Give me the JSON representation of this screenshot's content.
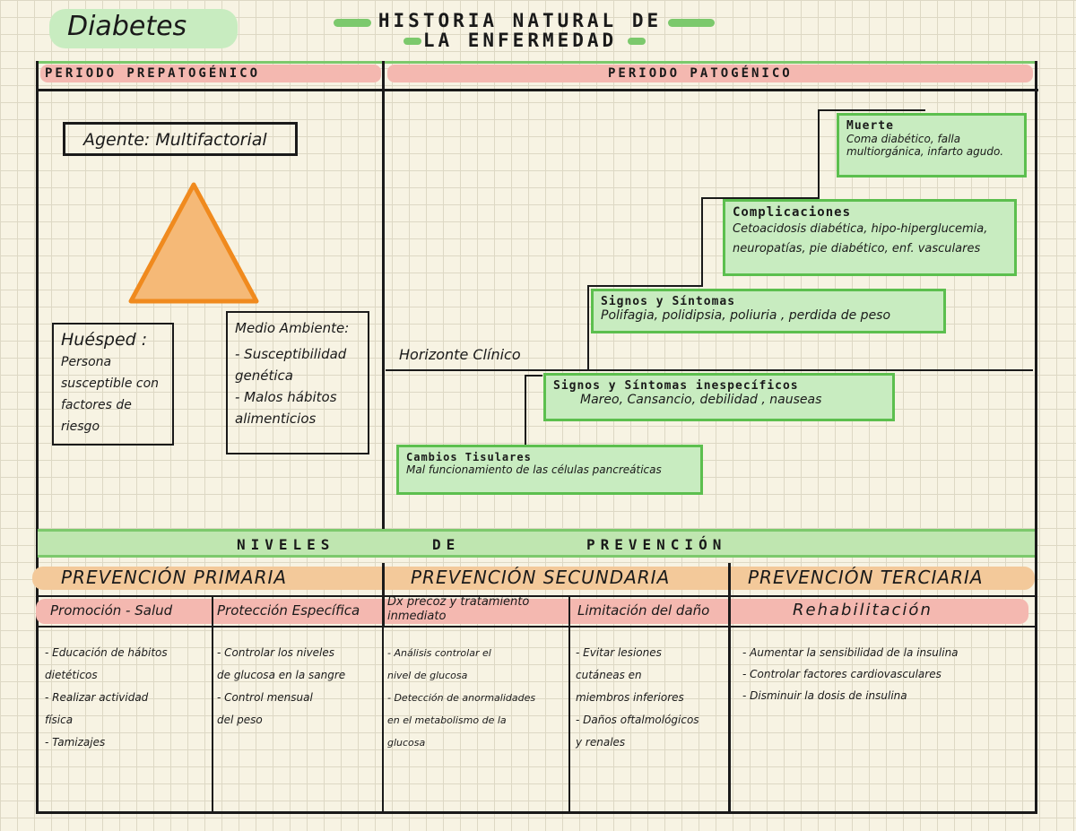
{
  "header": {
    "logo": "Diabetes",
    "title_line1": "HISTORIA NATURAL DE",
    "title_line2": "LA  ENFERMEDAD"
  },
  "periods": {
    "pre": "PERIODO  PREPATOGÉNICO",
    "pato": "PERIODO  PATOGÉNICO"
  },
  "prepatogenic": {
    "agent": "Agente: Multifactorial",
    "host_title": "Huésped :",
    "host_text": "Persona susceptible con factores de riesgo",
    "env_title": "Medio Ambiente:",
    "env_items": [
      "- Susceptibilidad genética",
      "- Malos hábitos alimenticios"
    ]
  },
  "pathogenic": {
    "horizon": "Horizonte Clínico",
    "stages": [
      {
        "title": "Muerte",
        "text": "Coma diabético, falla multiorgánica, infarto agudo."
      },
      {
        "title": "Complicaciones",
        "text": "Cetoacidosis diabética, hipo-hiperglucemia, neuropatías, pie diabético, enf. vasculares"
      },
      {
        "title": "Signos y Síntomas",
        "text": "Polifagia, polidipsia, poliuria , perdida de peso"
      },
      {
        "title": "Signos y Síntomas inespecíficos",
        "text": "Mareo, Cansancio, debilidad , nauseas"
      },
      {
        "title": "Cambios Tisulares",
        "text": "Mal funcionamiento de las células pancreáticas"
      }
    ]
  },
  "prevention": {
    "banner": [
      "NIVELES",
      "DE",
      "PREVENCIÓN"
    ],
    "primary": "PREVENCIÓN  PRIMARIA",
    "secondary": "PREVENCIÓN  SECUNDARIA",
    "tertiary": "PREVENCIÓN  TERCIARIA",
    "columns": [
      {
        "header": "Promoción - Salud",
        "text": "- Educación de hábitos\n  dietéticos\n- Realizar actividad\n  física\n- Tamizajes"
      },
      {
        "header": "Protección Específica",
        "text": "- Controlar los niveles\n  de glucosa en la sangre\n- Control mensual\n  del peso"
      },
      {
        "header": "Dx precoz y tratamiento inmediato",
        "text": "- Análisis controlar el\n  nivel de glucosa\n- Detección de anormalidades\n  en el metabolismo de la\n  glucosa"
      },
      {
        "header": "Limitación del daño",
        "text": "- Evitar lesiones\n  cutáneas en\n  miembros inferiores\n- Daños oftalmológicos\n  y renales"
      },
      {
        "header": "Rehabilitación",
        "text": "- Aumentar la sensibilidad de la insulina\n- Controlar factores cardiovasculares\n- Disminuir la dosis de insulina"
      }
    ]
  },
  "colors": {
    "green": "#5cbf4e",
    "green_fill": "#c8ecc0",
    "red_highlight": "#f4b8b0",
    "orange_highlight": "#f3c99a",
    "triangle_fill": "#f5b977",
    "triangle_stroke": "#f08a1e"
  }
}
